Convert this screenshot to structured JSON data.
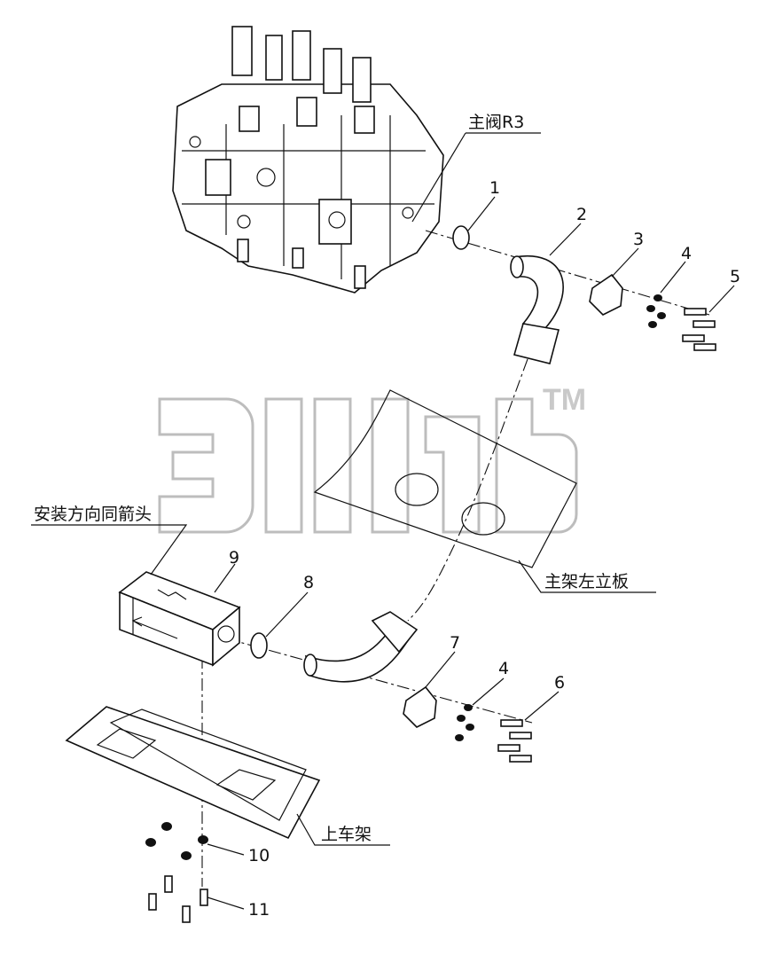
{
  "callouts": {
    "c1": "1",
    "c2": "2",
    "c3": "3",
    "c4a": "4",
    "c5": "5",
    "c6": "6",
    "c7": "7",
    "c4b": "4",
    "c8": "8",
    "c9": "9",
    "c10": "10",
    "c11": "11"
  },
  "labels": {
    "main_valve": "主阀R3",
    "install_direction": "安装方向同箭头",
    "left_plate": "主架左立板",
    "upper_frame": "上车架"
  },
  "watermark": {
    "tm": "TM"
  },
  "colors": {
    "line": "#111111",
    "watermark": "#c9c9c9",
    "background": "#ffffff"
  }
}
